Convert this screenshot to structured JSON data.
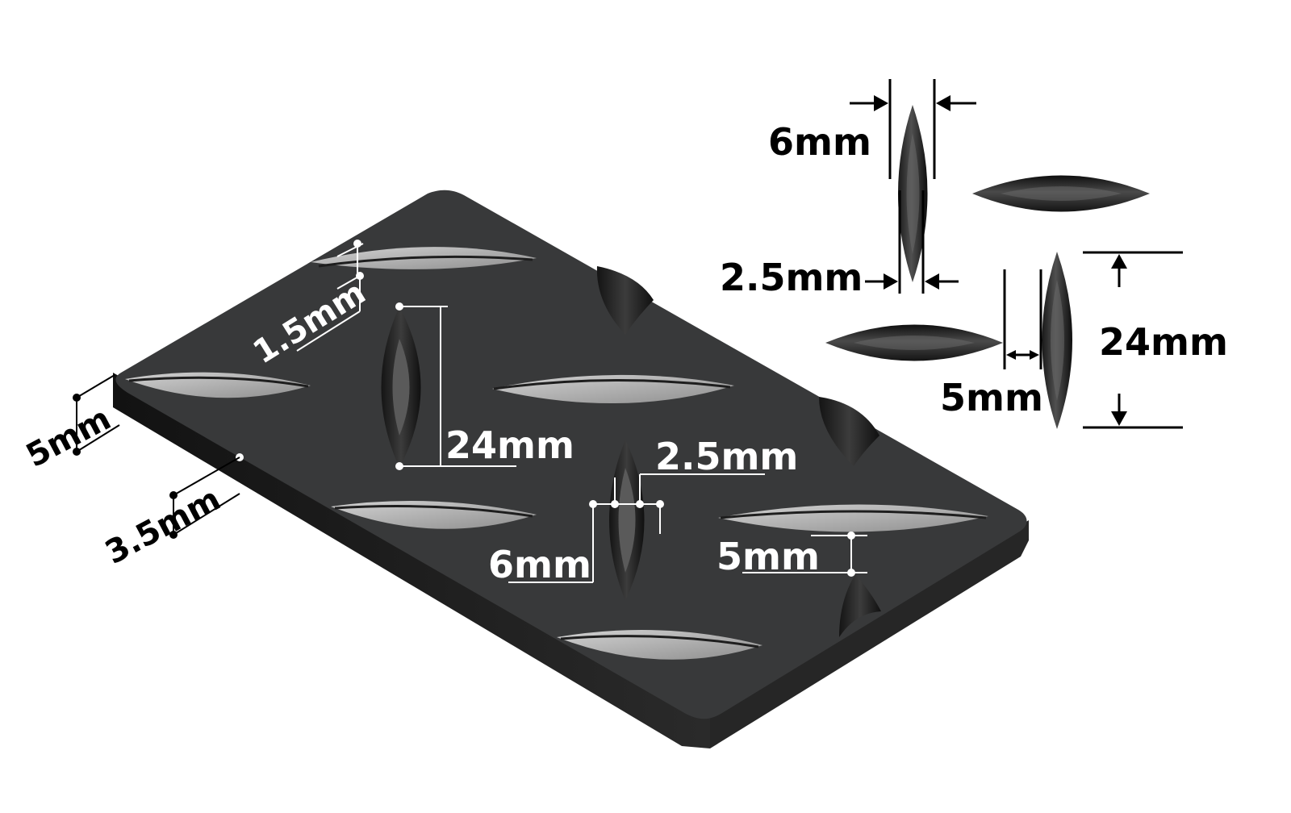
{
  "plate_labels": {
    "thickness_total": "5mm",
    "thickness_base": "3.5mm",
    "rib_height": "1.5mm",
    "rib_length": "24mm",
    "rib_top_width": "2.5mm",
    "rib_base_width": "6mm",
    "rib_gap": "5mm"
  },
  "detail_labels": {
    "rib_base_width": "6mm",
    "rib_top_width": "2.5mm",
    "rib_length": "24mm",
    "rib_gap": "5mm"
  },
  "colors": {
    "plate_top": "#38393a",
    "plate_side": "#191919",
    "plate_edge": "#232323",
    "rib_light": "#b4b4b4",
    "rib_dark": "#1e1e1e",
    "dimension_light": "#ffffff",
    "dimension_dark": "#000000"
  }
}
